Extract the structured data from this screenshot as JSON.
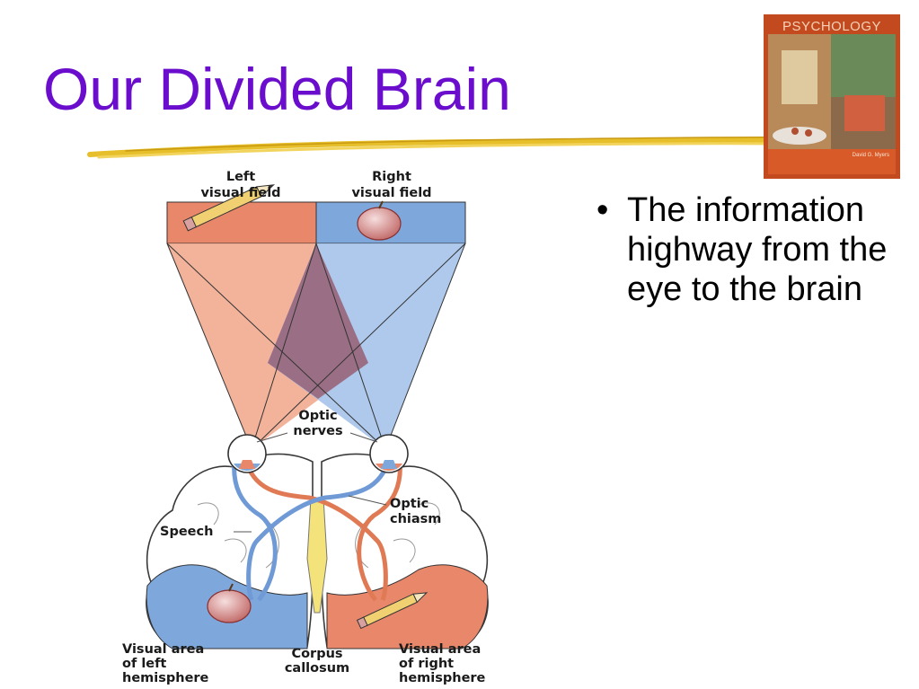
{
  "slide": {
    "title": "Our Divided Brain",
    "bullet": "The information highway from the eye to the brain"
  },
  "book_cover": {
    "title": "PSYCHOLOGY",
    "author": "David G. Myers"
  },
  "diagram": {
    "labels": {
      "left_field_1": "Left",
      "left_field_2": "visual field",
      "right_field_1": "Right",
      "right_field_2": "visual field",
      "optic_nerves_1": "Optic",
      "optic_nerves_2": "nerves",
      "optic_chiasm_1": "Optic",
      "optic_chiasm_2": "chiasm",
      "speech": "Speech",
      "left_area_1": "Visual area",
      "left_area_2": "of left",
      "left_area_3": "hemisphere",
      "corpus_1": "Corpus",
      "corpus_2": "callosum",
      "right_area_1": "Visual area",
      "right_area_2": "of right",
      "right_area_3": "hemisphere"
    },
    "icons": [
      "pencil-icon",
      "apple-icon"
    ]
  },
  "colors": {
    "title": "#6a0dcc",
    "left_field": "#e8876a",
    "right_field": "#7ea7db",
    "rule": "#e6bf2a"
  }
}
